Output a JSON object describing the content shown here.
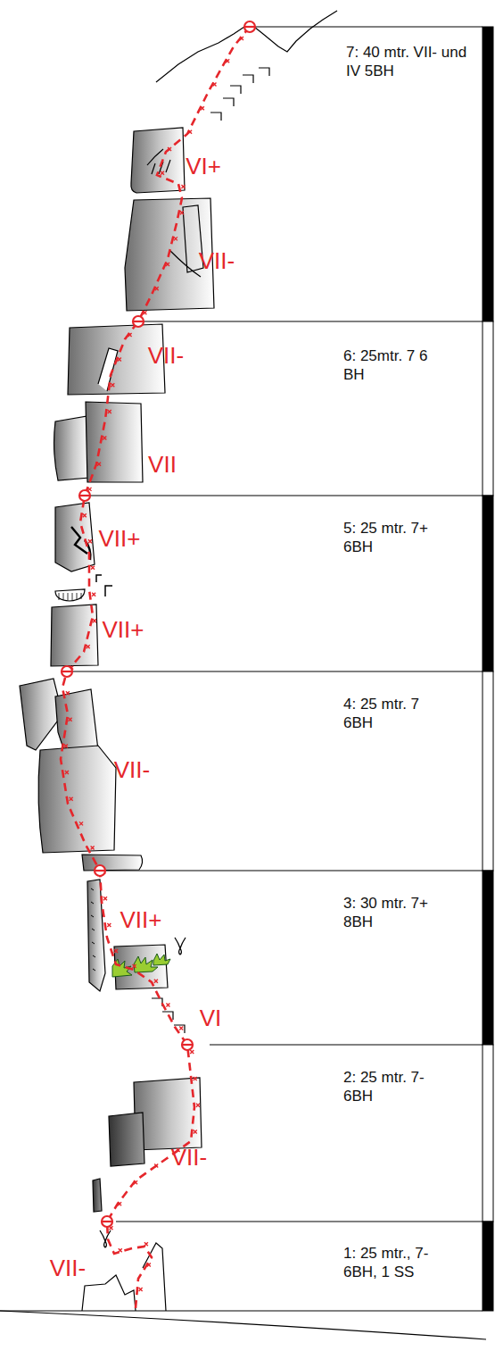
{
  "diagram": {
    "labels": [
      "7: 40 mtr. VII- und IV 5BH",
      "VI+",
      "VII-",
      "VII-",
      "6: 25mtr. 7 6 BH",
      "VII",
      "5: 25 mtr. 7+ 6BH",
      "VII+",
      "VII+",
      "4: 25 mtr. 7 6BH",
      "VII-",
      "3: 30 mtr. 7+ 8BH",
      "VII+",
      "VI",
      "2: 25 mtr. 7- 6BH",
      "VII-",
      "1: 25 mtr., 7- 6BH, 1 SS",
      "VII-"
    ]
  }
}
